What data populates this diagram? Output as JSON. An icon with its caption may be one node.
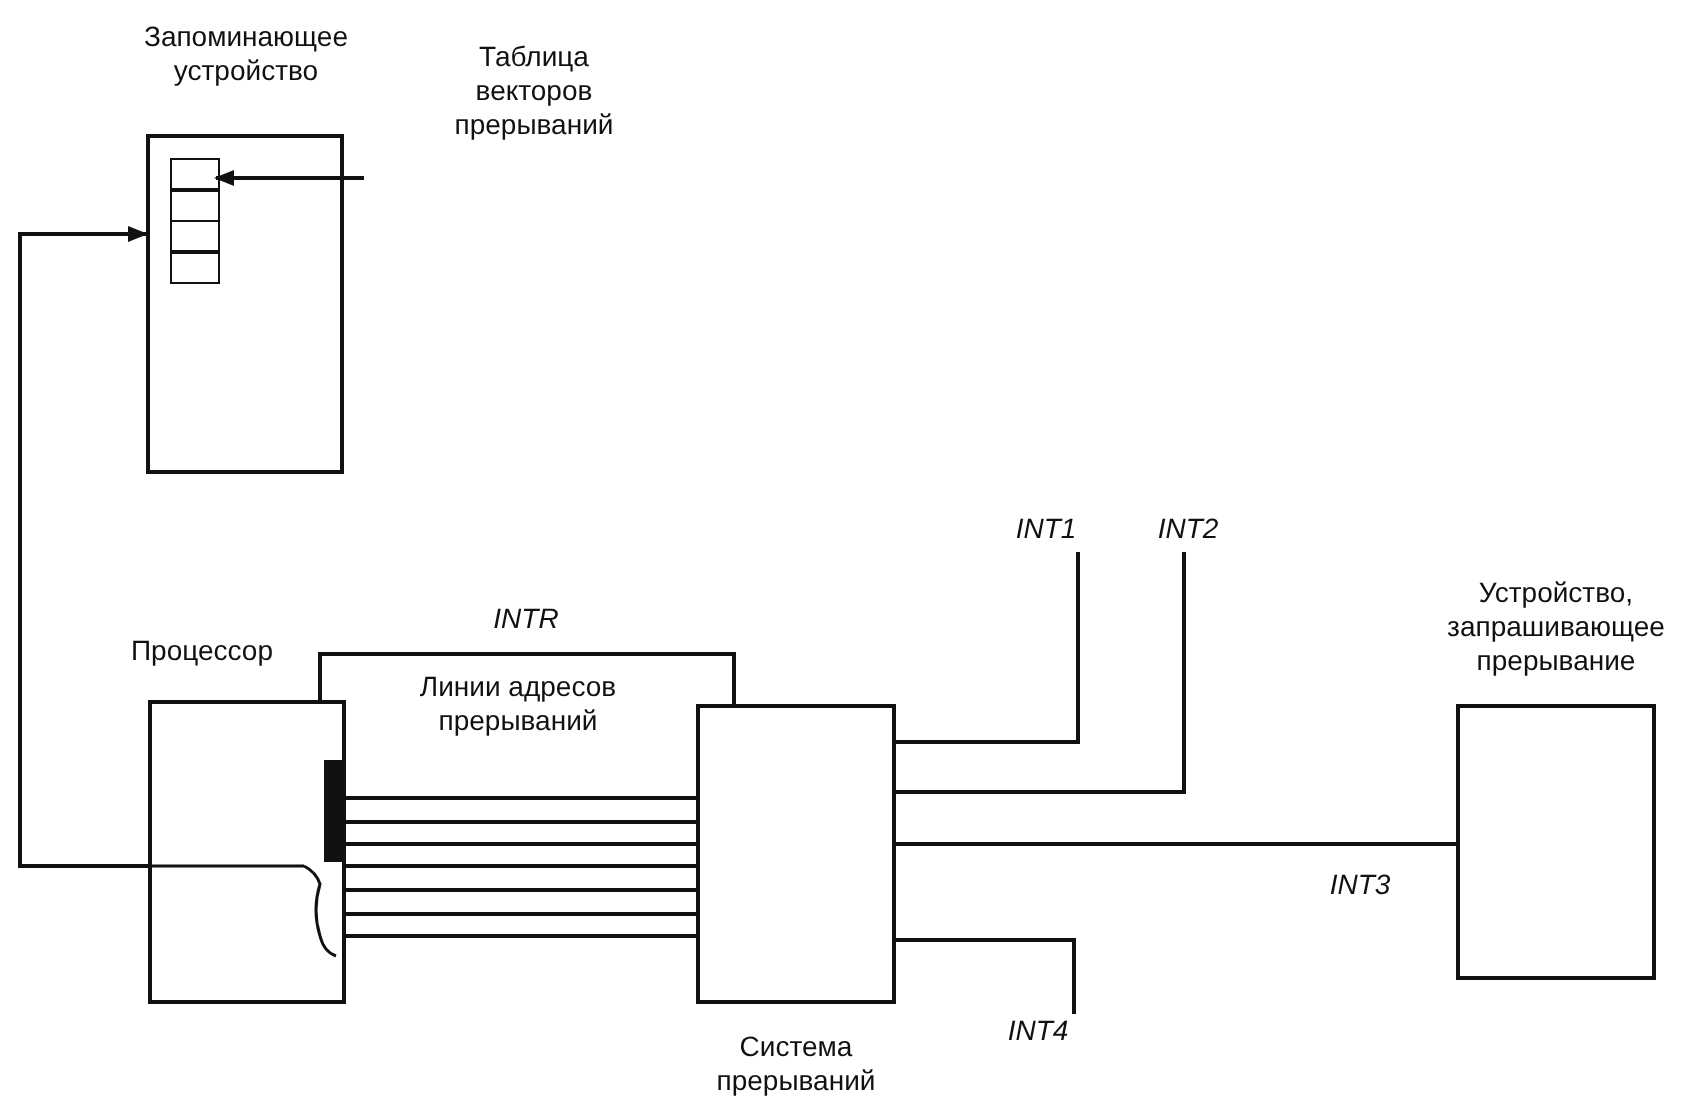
{
  "diagram": {
    "nodes": [
      {
        "text": [
          "Запоминающее устройство"
        ]
      },
      {
        "text": [
          "Таблица векторов прерываний"
        ]
      },
      {
        "text": [],
        "shape": "box",
        "in": 0
      },
      {
        "text": [
          "Процессор"
        ]
      },
      {
        "text": [
          "Система прерываний"
        ]
      },
      {
        "text": [
          "Устройство, запрашивающее прерывание"
        ]
      },
      {
        "text": [
          "INT1"
        ]
      },
      {
        "text": [
          "INT2"
        ]
      },
      {
        "text": [
          "INT4"
        ]
      }
    ],
    "edges": [
      {
        "from": 1,
        "to": 2,
        "arrow": "to"
      },
      {
        "from": 3,
        "to": 0,
        "arrow": "to"
      },
      {
        "from": 3,
        "to": 4,
        "arrow": "none",
        "label": "INTR"
      },
      {
        "from": 3,
        "to": 4,
        "arrow": "none"
      },
      {
        "from": 3,
        "to": 4,
        "arrow": "none"
      },
      {
        "from": 3,
        "to": 4,
        "arrow": "none"
      },
      {
        "from": 3,
        "to": 4,
        "arrow": "none"
      },
      {
        "from": 3,
        "to": 4,
        "arrow": "none"
      },
      {
        "from": 3,
        "to": 4,
        "arrow": "none"
      },
      {
        "from": 3,
        "to": 4,
        "arrow": "none"
      },
      {
        "from": 4,
        "to": 6,
        "arrow": "none"
      },
      {
        "from": 4,
        "to": 7,
        "arrow": "none"
      },
      {
        "from": 4,
        "to": 5,
        "arrow": "none",
        "label": "INT3"
      },
      {
        "from": 4,
        "to": 8,
        "arrow": "none"
      }
    ],
    "labels": [
      "Линии адресов прерываний"
    ]
  }
}
